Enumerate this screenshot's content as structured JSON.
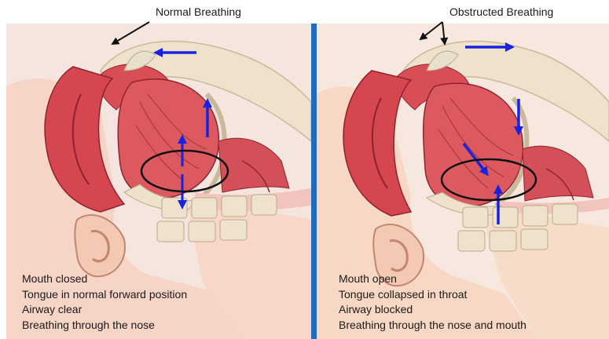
{
  "panels": {
    "normal": {
      "title": "Normal Breathing",
      "captions": [
        "Mouth closed",
        "Tongue in normal forward position",
        "Airway clear",
        "Breathing through the nose"
      ]
    },
    "obstructed": {
      "title": "Obstructed Breathing",
      "captions": [
        "Mouth open",
        "Tongue collapsed in throat",
        "Airway blocked",
        "Breathing through the nose and mouth"
      ]
    }
  },
  "colors": {
    "arrow_blue": "#1a22e0",
    "divider_blue": "#1e6bbf",
    "tissue_red": "#d2484f",
    "skin": "#f7d0c2",
    "bone": "#efe4cf",
    "outline": "#111111"
  }
}
